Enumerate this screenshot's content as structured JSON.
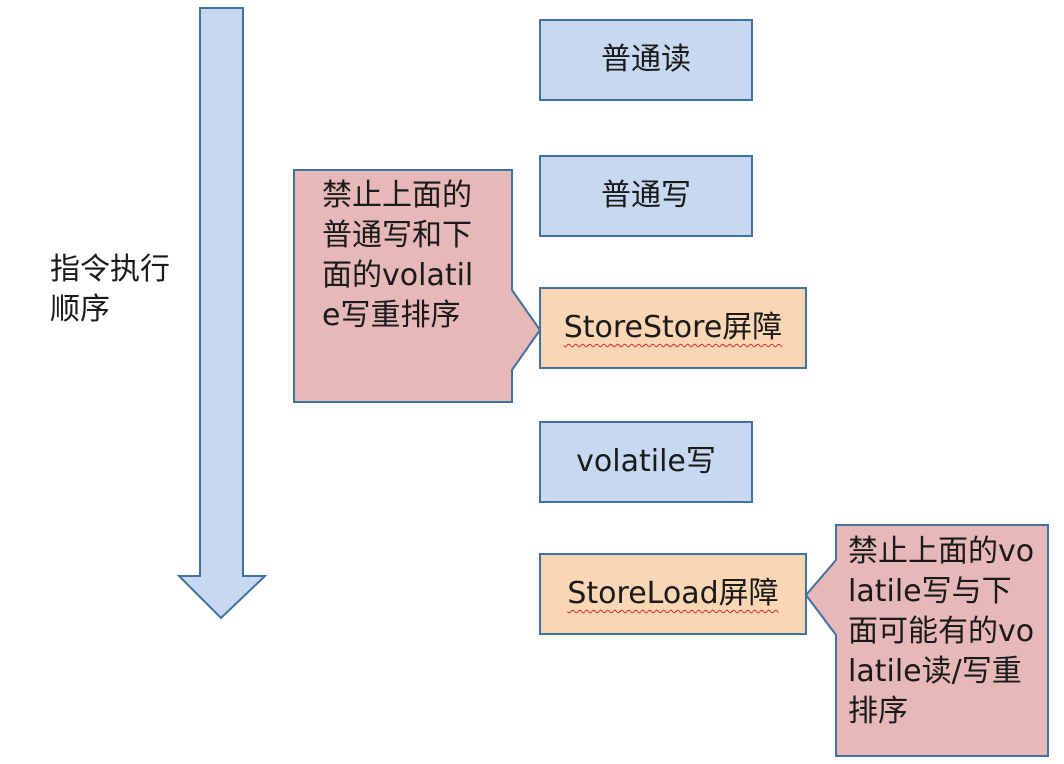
{
  "axis_label": "指令执行顺序",
  "steps": {
    "normal_read": "普通读",
    "normal_write": "普通写",
    "storestore_barrier": "StoreStore屏障",
    "volatile_write": "volatile写",
    "storeload_barrier": "StoreLoad屏障"
  },
  "notes": {
    "storestore_note": "禁止上面的普通写和下面的volatile写重排序",
    "storeload_note": "禁止上面的volatile写与下面可能有的volatile读/写重排序"
  },
  "colors": {
    "step_fill": "#c7d9f0",
    "barrier_fill": "#fbd6b4",
    "note_fill": "#e6b8b7",
    "border": "#41719c"
  }
}
